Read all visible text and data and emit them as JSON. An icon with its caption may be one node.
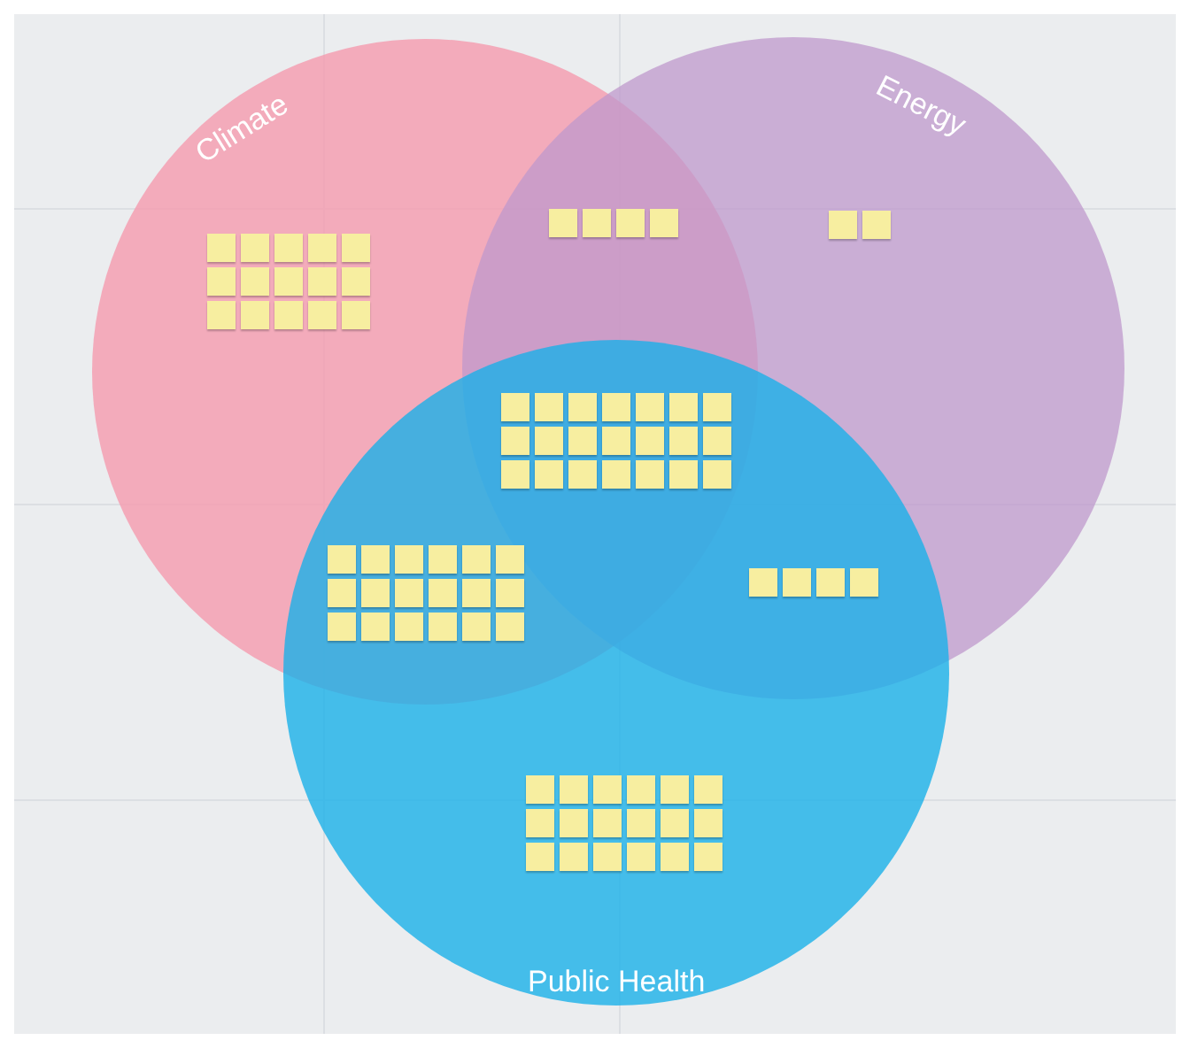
{
  "diagram": {
    "nodes": [
      {
        "text": [
          "Climate"
        ]
      },
      {
        "text": [
          "Energy"
        ]
      },
      {
        "text": [
          "Public Health"
        ]
      }
    ]
  }
}
